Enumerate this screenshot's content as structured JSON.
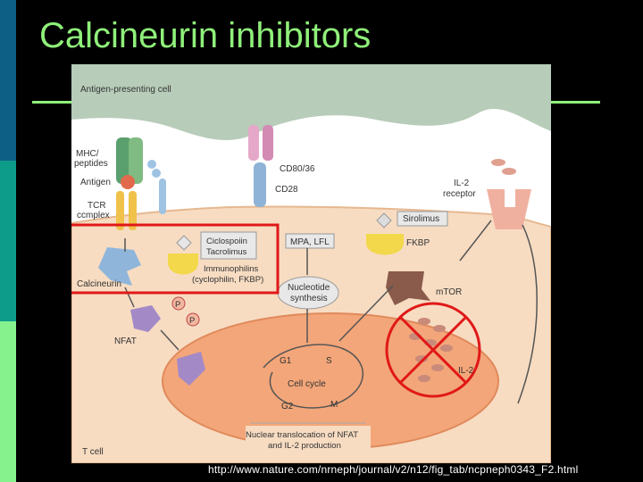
{
  "slide": {
    "title": "Calcineurin inhibitors",
    "source_url": "http://www.nature.com/nrneph/journal/v2/n12/fig_tab/ncpneph0343_F2.html"
  },
  "figure": {
    "apc_label": "Antigen-presenting cell",
    "mhc_label_1": "MHC/",
    "mhc_label_2": "peptides",
    "antigen_label": "Antigen",
    "tcr_label_1": "TCR",
    "tcr_label_2": "ccmplex",
    "cd8036_label": "CD80/36",
    "cd28_label": "CD28",
    "il2r_label_1": "IL-2",
    "il2r_label_2": "receptor",
    "sirolimus_label": "Sirolimus",
    "fkbp_label": "FKBP",
    "mtor_label": "mTOR",
    "ciclosporin_label": "Ciclospoiin",
    "tacrolimus_label": "Tacrolimus",
    "immunophilins_label_1": "Immunophilins",
    "immunophilins_label_2": "(cyclophilin, FKBP)",
    "calcineurin_label": "Calcineurin",
    "mpa_label": "MPA, LFL",
    "nucleotide_label_1": "Nucleotide",
    "nucleotide_label_2": "synthesis",
    "p_label": "P",
    "nfat_label": "NFAT",
    "g1_label": "G1",
    "s_label": "S",
    "cell_cycle_label": "Cell cycle",
    "g2_label": "G2",
    "m_label": "M",
    "il2_label": "IL-2",
    "nuclear_label_1": "Nuclear translocation of NFAT",
    "nuclear_label_2": "and IL-2 production",
    "tcell_label": "T cell"
  },
  "colors": {
    "slide_bg": "#000000",
    "title": "#8ff07a",
    "highlight_box": "#e01818",
    "apc": "#b7ccb9",
    "tcell": "#f7dcc2",
    "nucleus": "#f3a679"
  }
}
